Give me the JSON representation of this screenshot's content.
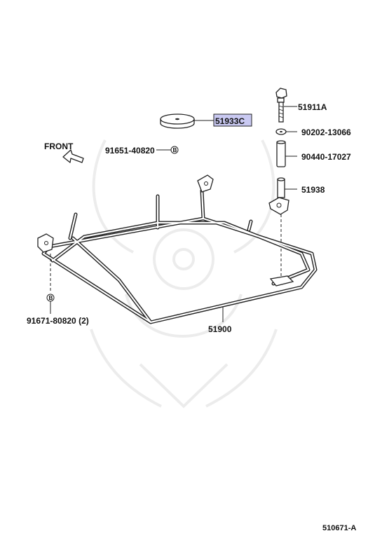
{
  "diagram": {
    "front_label": "FRONT",
    "marker_letter": "B",
    "reference_code": "510671-A",
    "highlight_color": "#c9c9f2",
    "parts": [
      {
        "id": "p51933c",
        "number": "51933C",
        "highlighted": true
      },
      {
        "id": "p51911a",
        "number": "51911A",
        "highlighted": false
      },
      {
        "id": "p9020213066",
        "number": "90202-13066",
        "highlighted": false
      },
      {
        "id": "p9044017027",
        "number": "90440-17027",
        "highlighted": false
      },
      {
        "id": "p51938",
        "number": "51938",
        "highlighted": false
      },
      {
        "id": "p9165140820",
        "number": "91651-40820",
        "highlighted": false
      },
      {
        "id": "p9167180820",
        "number": "91671-80820 (2)",
        "highlighted": false
      },
      {
        "id": "p51900",
        "number": "51900",
        "highlighted": false
      }
    ]
  }
}
